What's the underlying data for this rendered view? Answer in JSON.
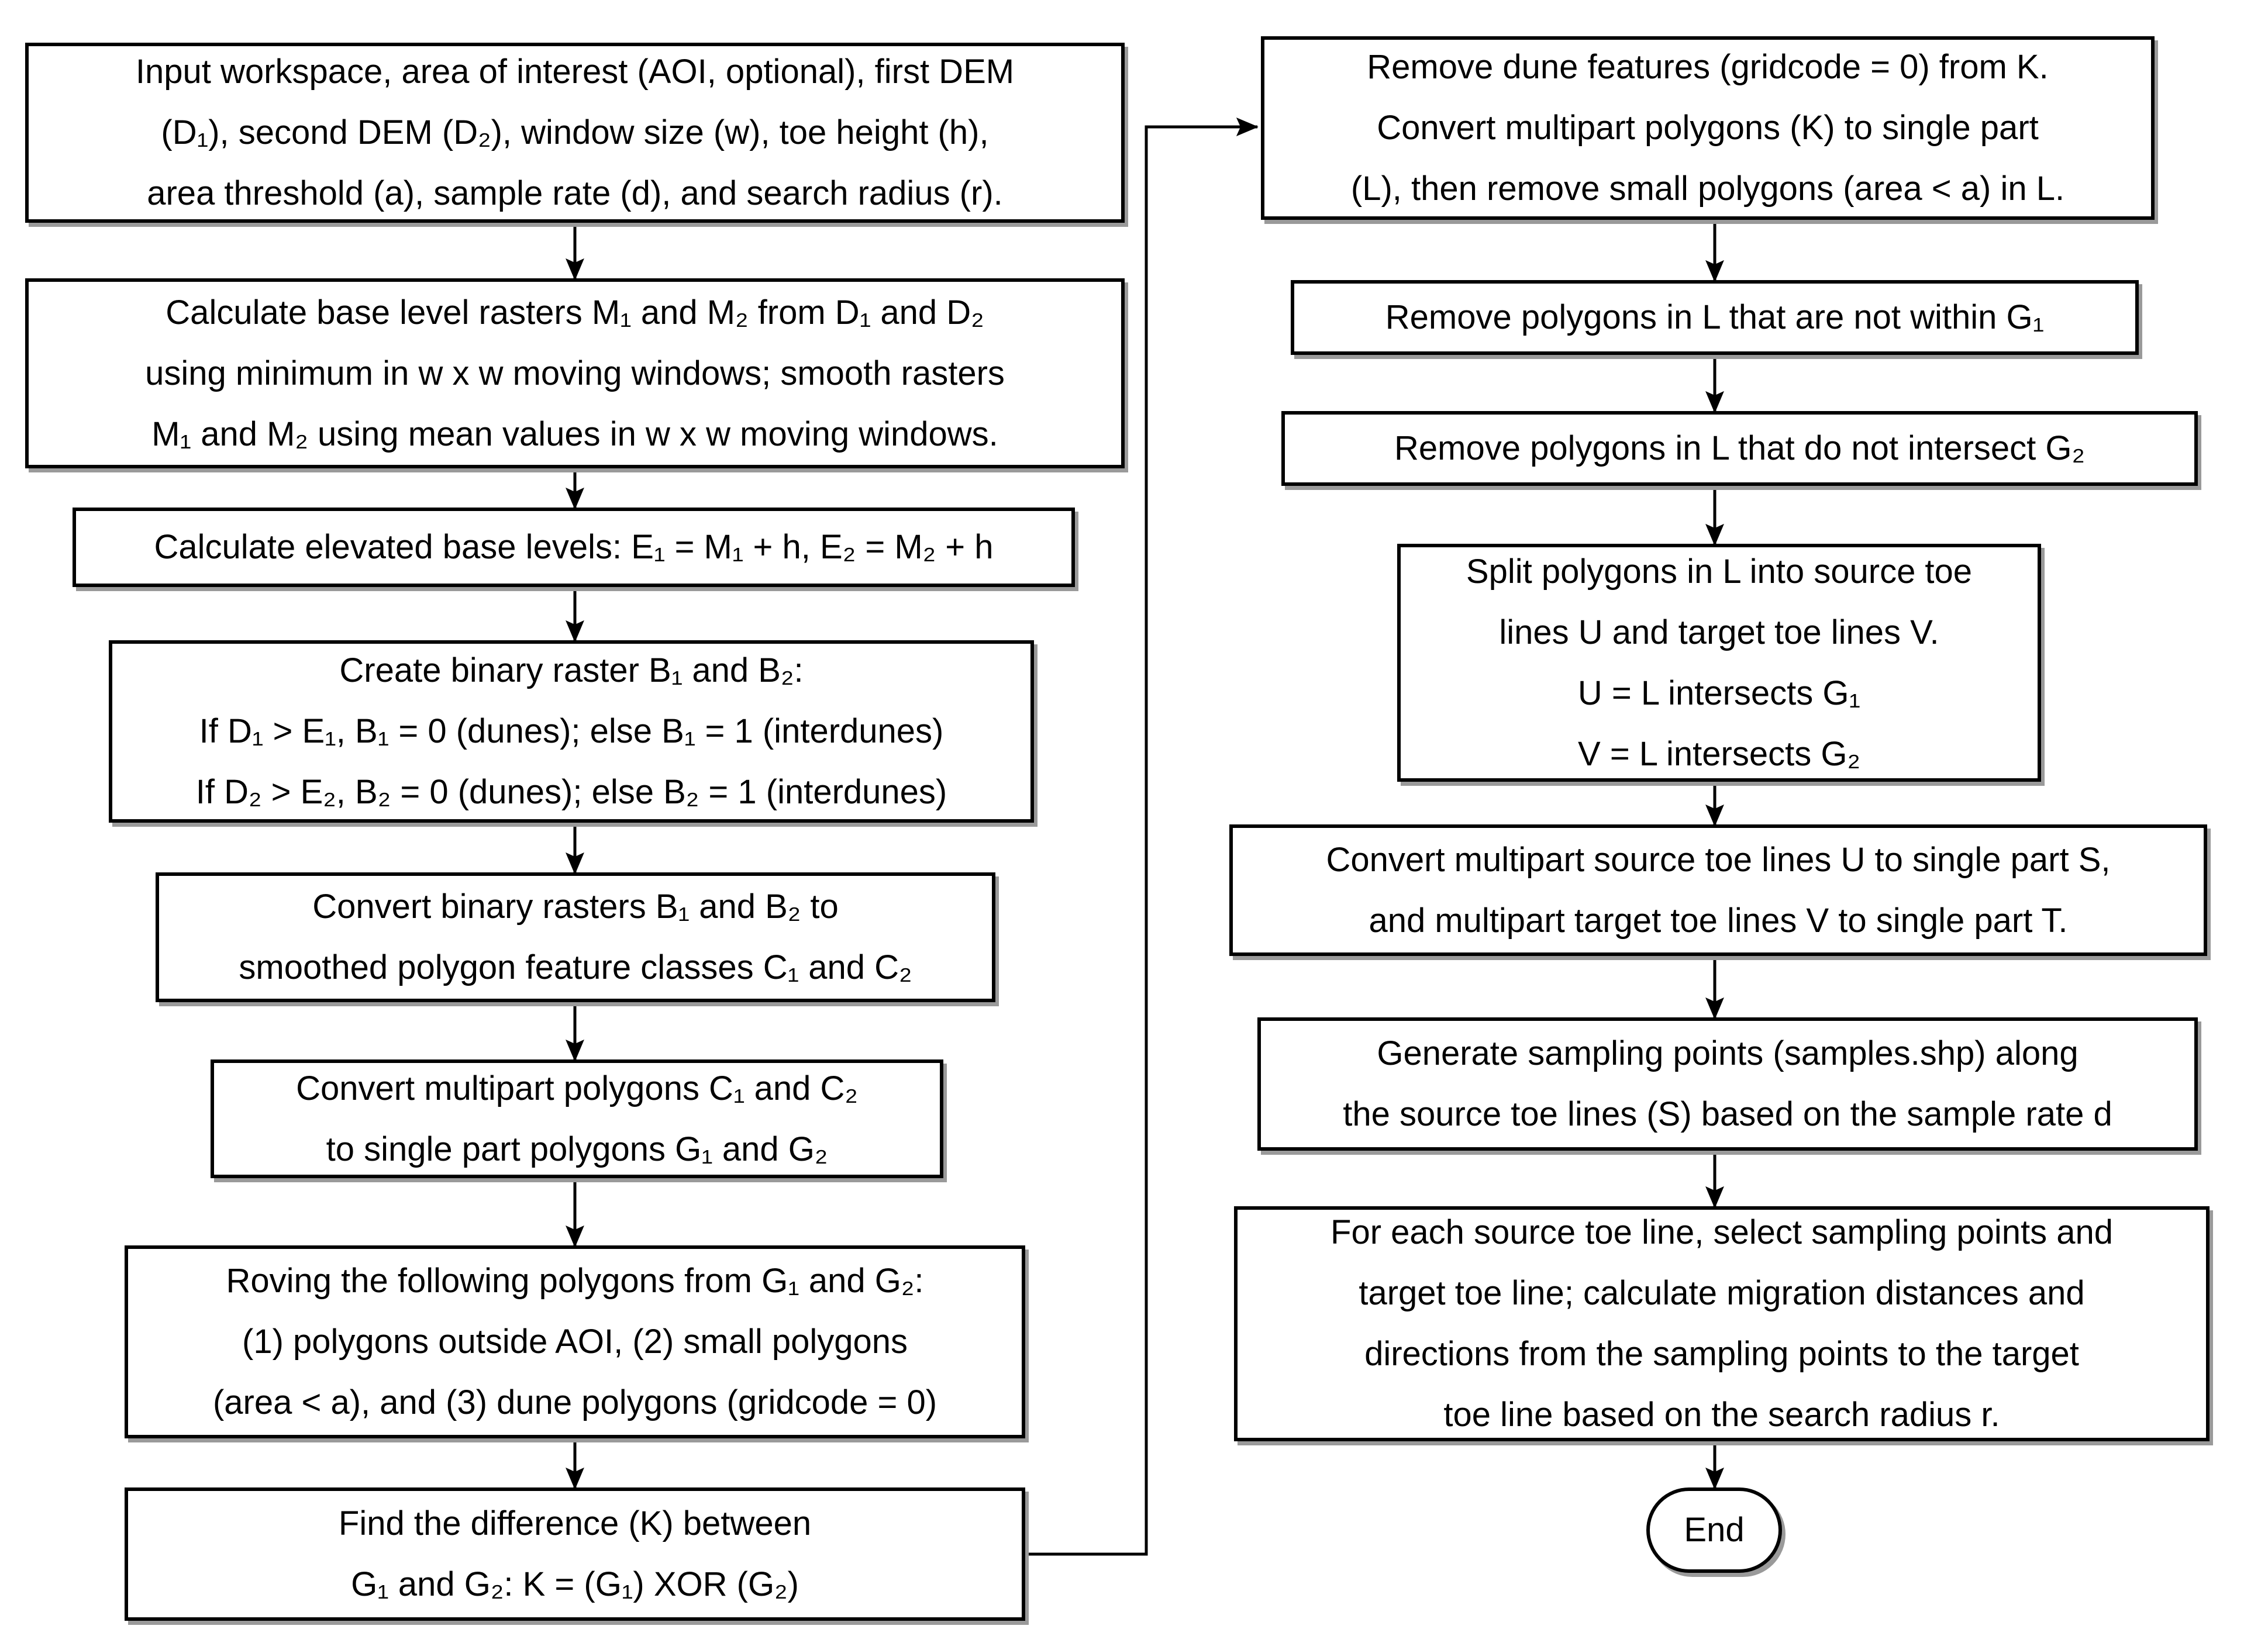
{
  "diagram": {
    "colors": {
      "background": "#ffffff",
      "box_fill": "#ffffff",
      "box_border": "#000000",
      "text": "#000000",
      "arrow": "#000000",
      "shadow": "#9a9a9a"
    },
    "left_column": {
      "input": "Input workspace, area of interest (AOI, optional), first DEM\n(D₁), second DEM (D₂), window size (w), toe height (h),\narea threshold (a), sample rate (d), and search radius (r).",
      "base_rasters": "Calculate base level rasters M₁ and M₂ from D₁ and D₂\nusing minimum in w x w moving windows; smooth rasters\nM₁ and M₂ using mean values in w x w moving windows.",
      "elevated_levels": "Calculate elevated base levels: E₁ = M₁ + h, E₂ = M₂ + h",
      "binary_rasters": "Create binary raster B₁ and B₂:\nIf D₁ > E₁, B₁ = 0 (dunes); else B₁ = 1 (interdunes)\nIf D₂ > E₂, B₂ = 0 (dunes); else B₂ = 1 (interdunes)",
      "polygon_classes": "Convert binary rasters B₁ and B₂ to\nsmoothed polygon feature classes C₁ and C₂",
      "single_part_polygons": "Convert multipart polygons C₁ and C₂\nto single part polygons G₁ and G₂",
      "remove_polygons": "Roving the following polygons from G₁ and G₂:\n(1) polygons outside AOI, (2) small polygons\n(area < a), and (3) dune polygons (gridcode = 0)",
      "difference": "Find the difference (K) between\nG₁ and G₂: K = (G₁) XOR (G₂)"
    },
    "right_column": {
      "remove_dune_features": "Remove dune features (gridcode = 0) from K.\nConvert multipart polygons (K) to single part\n(L), then remove small polygons (area < a) in L.",
      "not_within": "Remove polygons in L that are not within G₁",
      "not_intersect": "Remove polygons in L that do not intersect G₂",
      "split_toe_lines": "Split polygons in L into source toe\nlines U and target toe lines V.\nU = L intersects G₁\nV = L intersects G₂",
      "single_part_lines": "Convert multipart source toe lines U to single part S,\nand multipart target toe lines V to single part T.",
      "sampling_points": "Generate sampling points (samples.shp) along\nthe source toe lines (S) based on the sample rate d",
      "migration": "For each source toe line, select sampling points and\ntarget toe line; calculate migration distances and\ndirections from the sampling points to the target\ntoe line based on the search radius r.",
      "end_label": "End"
    }
  }
}
